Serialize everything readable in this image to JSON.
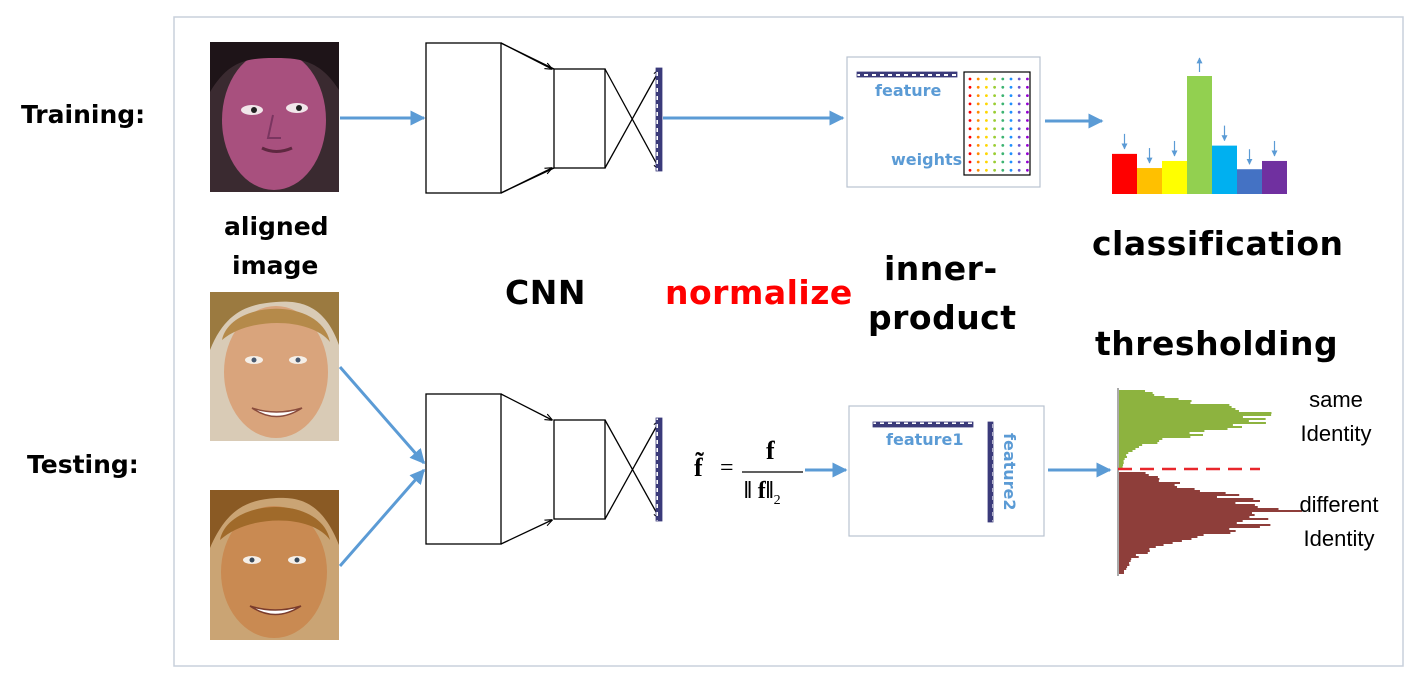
{
  "rows": {
    "training": "Training:",
    "testing": "Testing:"
  },
  "labels": {
    "aligned_1": "aligned",
    "aligned_2": "image",
    "cnn": "CNN",
    "normalize": "normalize",
    "inner_1": "inner-",
    "inner_2": "product",
    "classification": "classification",
    "thresholding": "thresholding"
  },
  "inner_product_box": {
    "feature": "feature",
    "weights": "weights",
    "feature1": "feature1",
    "feature2": "feature2"
  },
  "formula": {
    "lhs": "f̃",
    "eq": "=",
    "num": "f",
    "den": "‖ f‖",
    "den_sub": "2"
  },
  "threshold_labels": {
    "same_1": "same",
    "same_2": "Identity",
    "diff_1": "different",
    "diff_2": "Identity"
  },
  "colors": {
    "arrow": "#5b9bd5",
    "normalize": "#ff0000",
    "same_hist": "#8db33f",
    "diff_hist": "#8e3e3a",
    "threshold_line": "#e8262b"
  },
  "class_bars": [
    {
      "color": "#ff0000",
      "level": 0.34,
      "arrow": "down"
    },
    {
      "color": "#ffc000",
      "level": 0.22,
      "arrow": "down"
    },
    {
      "color": "#ffff00",
      "level": 0.28,
      "arrow": "down"
    },
    {
      "color": "#92d050",
      "level": 1.0,
      "arrow": "up"
    },
    {
      "color": "#00b0f0",
      "level": 0.41,
      "arrow": "down"
    },
    {
      "color": "#4472c4",
      "level": 0.21,
      "arrow": "down"
    },
    {
      "color": "#7030a0",
      "level": 0.28,
      "arrow": "down"
    }
  ],
  "weight_dot_colors": [
    "#ff0000",
    "#ff8c00",
    "#ffd700",
    "#9acd32",
    "#3cb371",
    "#1e90ff",
    "#6a5acd",
    "#9400d3"
  ]
}
